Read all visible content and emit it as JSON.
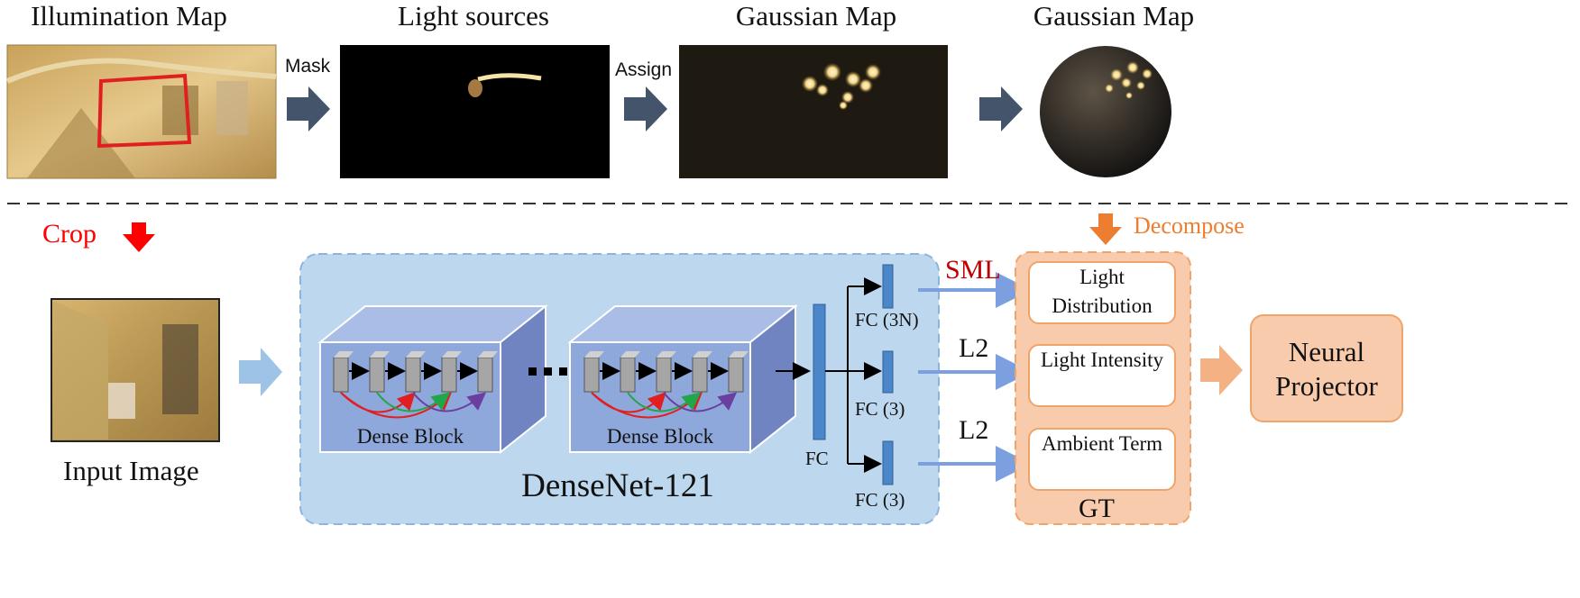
{
  "top": {
    "illumination_title": "Illumination Map",
    "light_sources_title": "Light sources",
    "gaussian_map_title": "Gaussian Map",
    "gaussian_map_title_2": "Gaussian Map",
    "mask_label": "Mask",
    "assign_label": "Assign"
  },
  "bottom": {
    "crop_label": "Crop",
    "decompose_label": "Decompose",
    "input_image_label": "Input Image",
    "dense_block_1": "Dense Block",
    "dense_block_2": "Dense Block",
    "network_name": "DenseNet-121",
    "fc_label": "FC",
    "fc_3n_label": "FC (3N)",
    "fc_3_label_a": "FC (3)",
    "fc_3_label_b": "FC (3)",
    "loss_sml": "SML",
    "loss_l2_a": "L2",
    "loss_l2_b": "L2",
    "gt_light_distribution": "Light Distribution",
    "gt_light_intensity": "Light Intensity",
    "gt_ambient_term": "Ambient Term",
    "gt_label": "GT",
    "neural_projector": "Neural Projector"
  },
  "colors": {
    "dark_arrow": "#44546a",
    "red_arrow": "#ff0000",
    "orange_arrow": "#ed7d31",
    "densenet_bg": "#bdd7ee",
    "dense_block_fill": "#8fa8dc",
    "fc_bar": "#4a86c8",
    "gt_bg": "#f8cbad",
    "sml_color": "#c00000"
  }
}
